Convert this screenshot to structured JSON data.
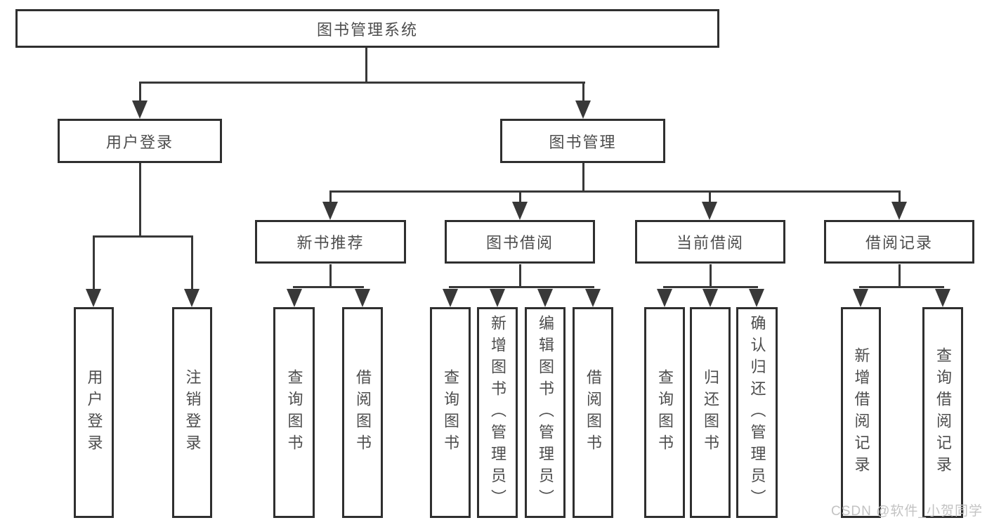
{
  "tree": {
    "label": "图书管理系统",
    "children": [
      {
        "label": "用户登录",
        "children": [
          {
            "label": "用户登录"
          },
          {
            "label": "注销登录"
          }
        ]
      },
      {
        "label": "图书管理",
        "children": [
          {
            "label": "新书推荐",
            "children": [
              {
                "label": "查询图书"
              },
              {
                "label": "借阅图书"
              }
            ]
          },
          {
            "label": "图书借阅",
            "children": [
              {
                "label": "查询图书"
              },
              {
                "label": "新增图书（管理员）"
              },
              {
                "label": "编辑图书（管理员）"
              },
              {
                "label": "借阅图书"
              }
            ]
          },
          {
            "label": "当前借阅",
            "children": [
              {
                "label": "查询图书"
              },
              {
                "label": "归还图书"
              },
              {
                "label": "确认归还（管理员）"
              }
            ]
          },
          {
            "label": "借阅记录",
            "children": [
              {
                "label": "新增借阅记录"
              },
              {
                "label": "查询借阅记录"
              }
            ]
          }
        ]
      }
    ]
  },
  "watermark": {
    "text": "CSDN @软件_小贺同学"
  },
  "colors": {
    "background": "#ffffff",
    "box_border": "#2f2f2f",
    "line": "#383838",
    "text": "#4d4d4d",
    "watermark_text": "#c3c3c3"
  }
}
